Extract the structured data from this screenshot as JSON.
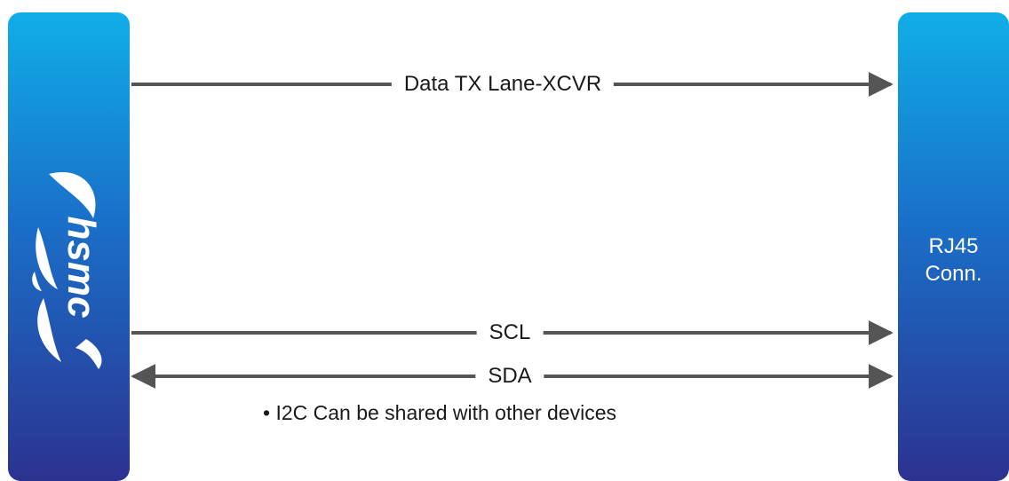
{
  "blocks": {
    "left": {
      "logo_text": "hsmc",
      "icon": "hsmc-logo-icon"
    },
    "right": {
      "label": "RJ45\nConn."
    }
  },
  "connections": [
    {
      "label": "Data TX Lane-XCVR",
      "direction": "to-right"
    },
    {
      "label": "SCL",
      "direction": "to-right"
    },
    {
      "label": "SDA",
      "direction": "bidirectional"
    }
  ],
  "note": "• I2C Can be shared with other devices",
  "colors": {
    "block_top": "#10aee8",
    "block_bottom": "#2c3290",
    "line": "#555555",
    "text": "#1a1a1a",
    "block_text": "#ffffff"
  }
}
